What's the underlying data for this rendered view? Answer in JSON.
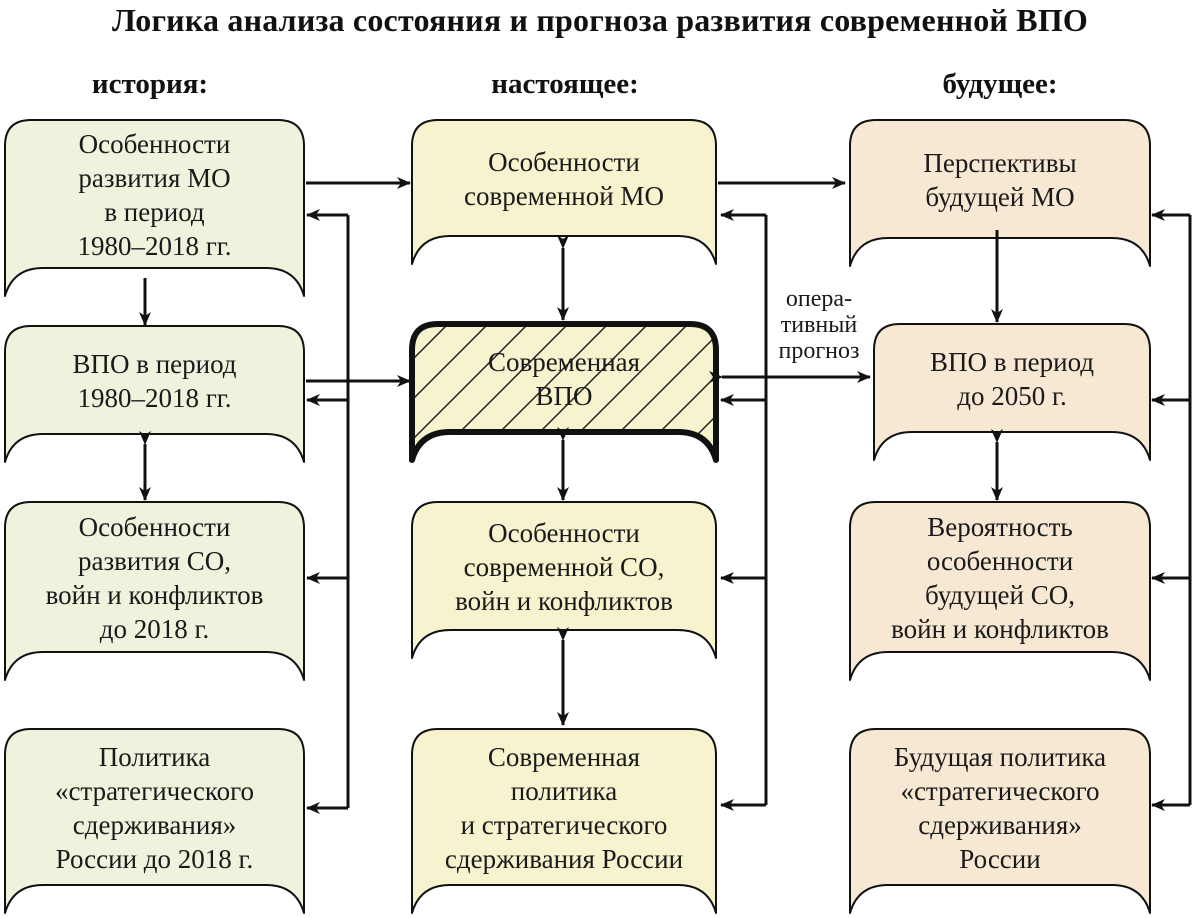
{
  "title": "Логика анализа состояния и прогноза развития современной ВПО",
  "columns": {
    "history": "история:",
    "present": "настоящее:",
    "future": "будущее:"
  },
  "boxes": {
    "h1": "Особенности\nразвития МО\nв период\n1980–2018 гг.",
    "h2": "ВПО в период\n1980–2018 гг.",
    "h3": "Особенности\nразвития СО,\nвойн и конфликтов\nдо 2018 г.",
    "h4": "Политика\n«стратегического\nсдерживания»\nРоссии до 2018 г.",
    "p1": "Особенности\nсовременной МО",
    "p2": "Современная\nВПО",
    "p3": "Особенности\nсовременной СО,\nвойн и конфликтов",
    "p4": "Современная\nполитика\nи стратегического\nсдерживания России",
    "f1": "Перспективы\nбудущей МО",
    "f2": "ВПО в период\nдо 2050 г.",
    "f3": "Вероятность\nособенности\nбудущей СО,\nвойн и конфликтов",
    "f4": "Будущая политика\n«стратегического\nсдерживания»\nРоссии"
  },
  "forecast_label": "опера-\nтивный\nпрогноз",
  "colors": {
    "history_fill": "#eef3dd",
    "present_fill": "#f8f3cf",
    "future_fill": "#f6e8d2",
    "stroke": "#111111"
  }
}
